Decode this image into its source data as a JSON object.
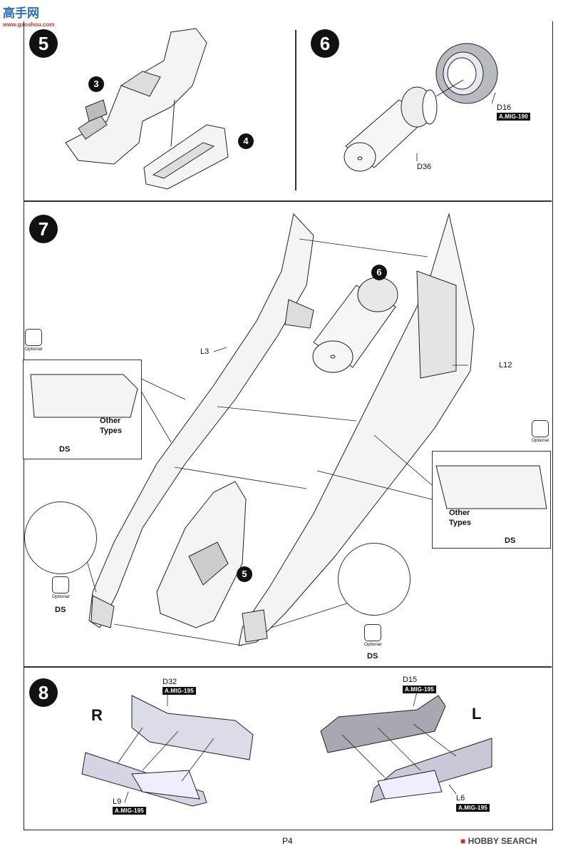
{
  "header_logo": {
    "text": "高手网",
    "url": "www.gaoshou.com"
  },
  "steps": {
    "s5": "5",
    "s6": "6",
    "s7": "7",
    "s8": "8"
  },
  "step5": {
    "callout_a": "3",
    "callout_b": "4"
  },
  "step6": {
    "part_a": "D16",
    "tag_a": "A.MIG-190",
    "part_b": "D36"
  },
  "step7": {
    "callout": "6",
    "callout_seat": "5",
    "left_part": "L3",
    "right_part": "L12",
    "optional_caption": "Optional",
    "other_types": [
      "Other",
      "Types"
    ],
    "ds": "DS"
  },
  "step8": {
    "r_label": "R",
    "l_label": "L",
    "part_r_top": "D32",
    "tag_r_top": "A.MIG-195",
    "part_r_bottom": "L9",
    "tag_r_bottom": "A.MIG-195",
    "part_l_top": "D15",
    "tag_l_top": "A.MIG-195",
    "part_l_bottom": "L6",
    "tag_l_bottom": "A.MIG-195"
  },
  "footer": {
    "page": "P4",
    "brand": "HOBBY SEARCH"
  }
}
